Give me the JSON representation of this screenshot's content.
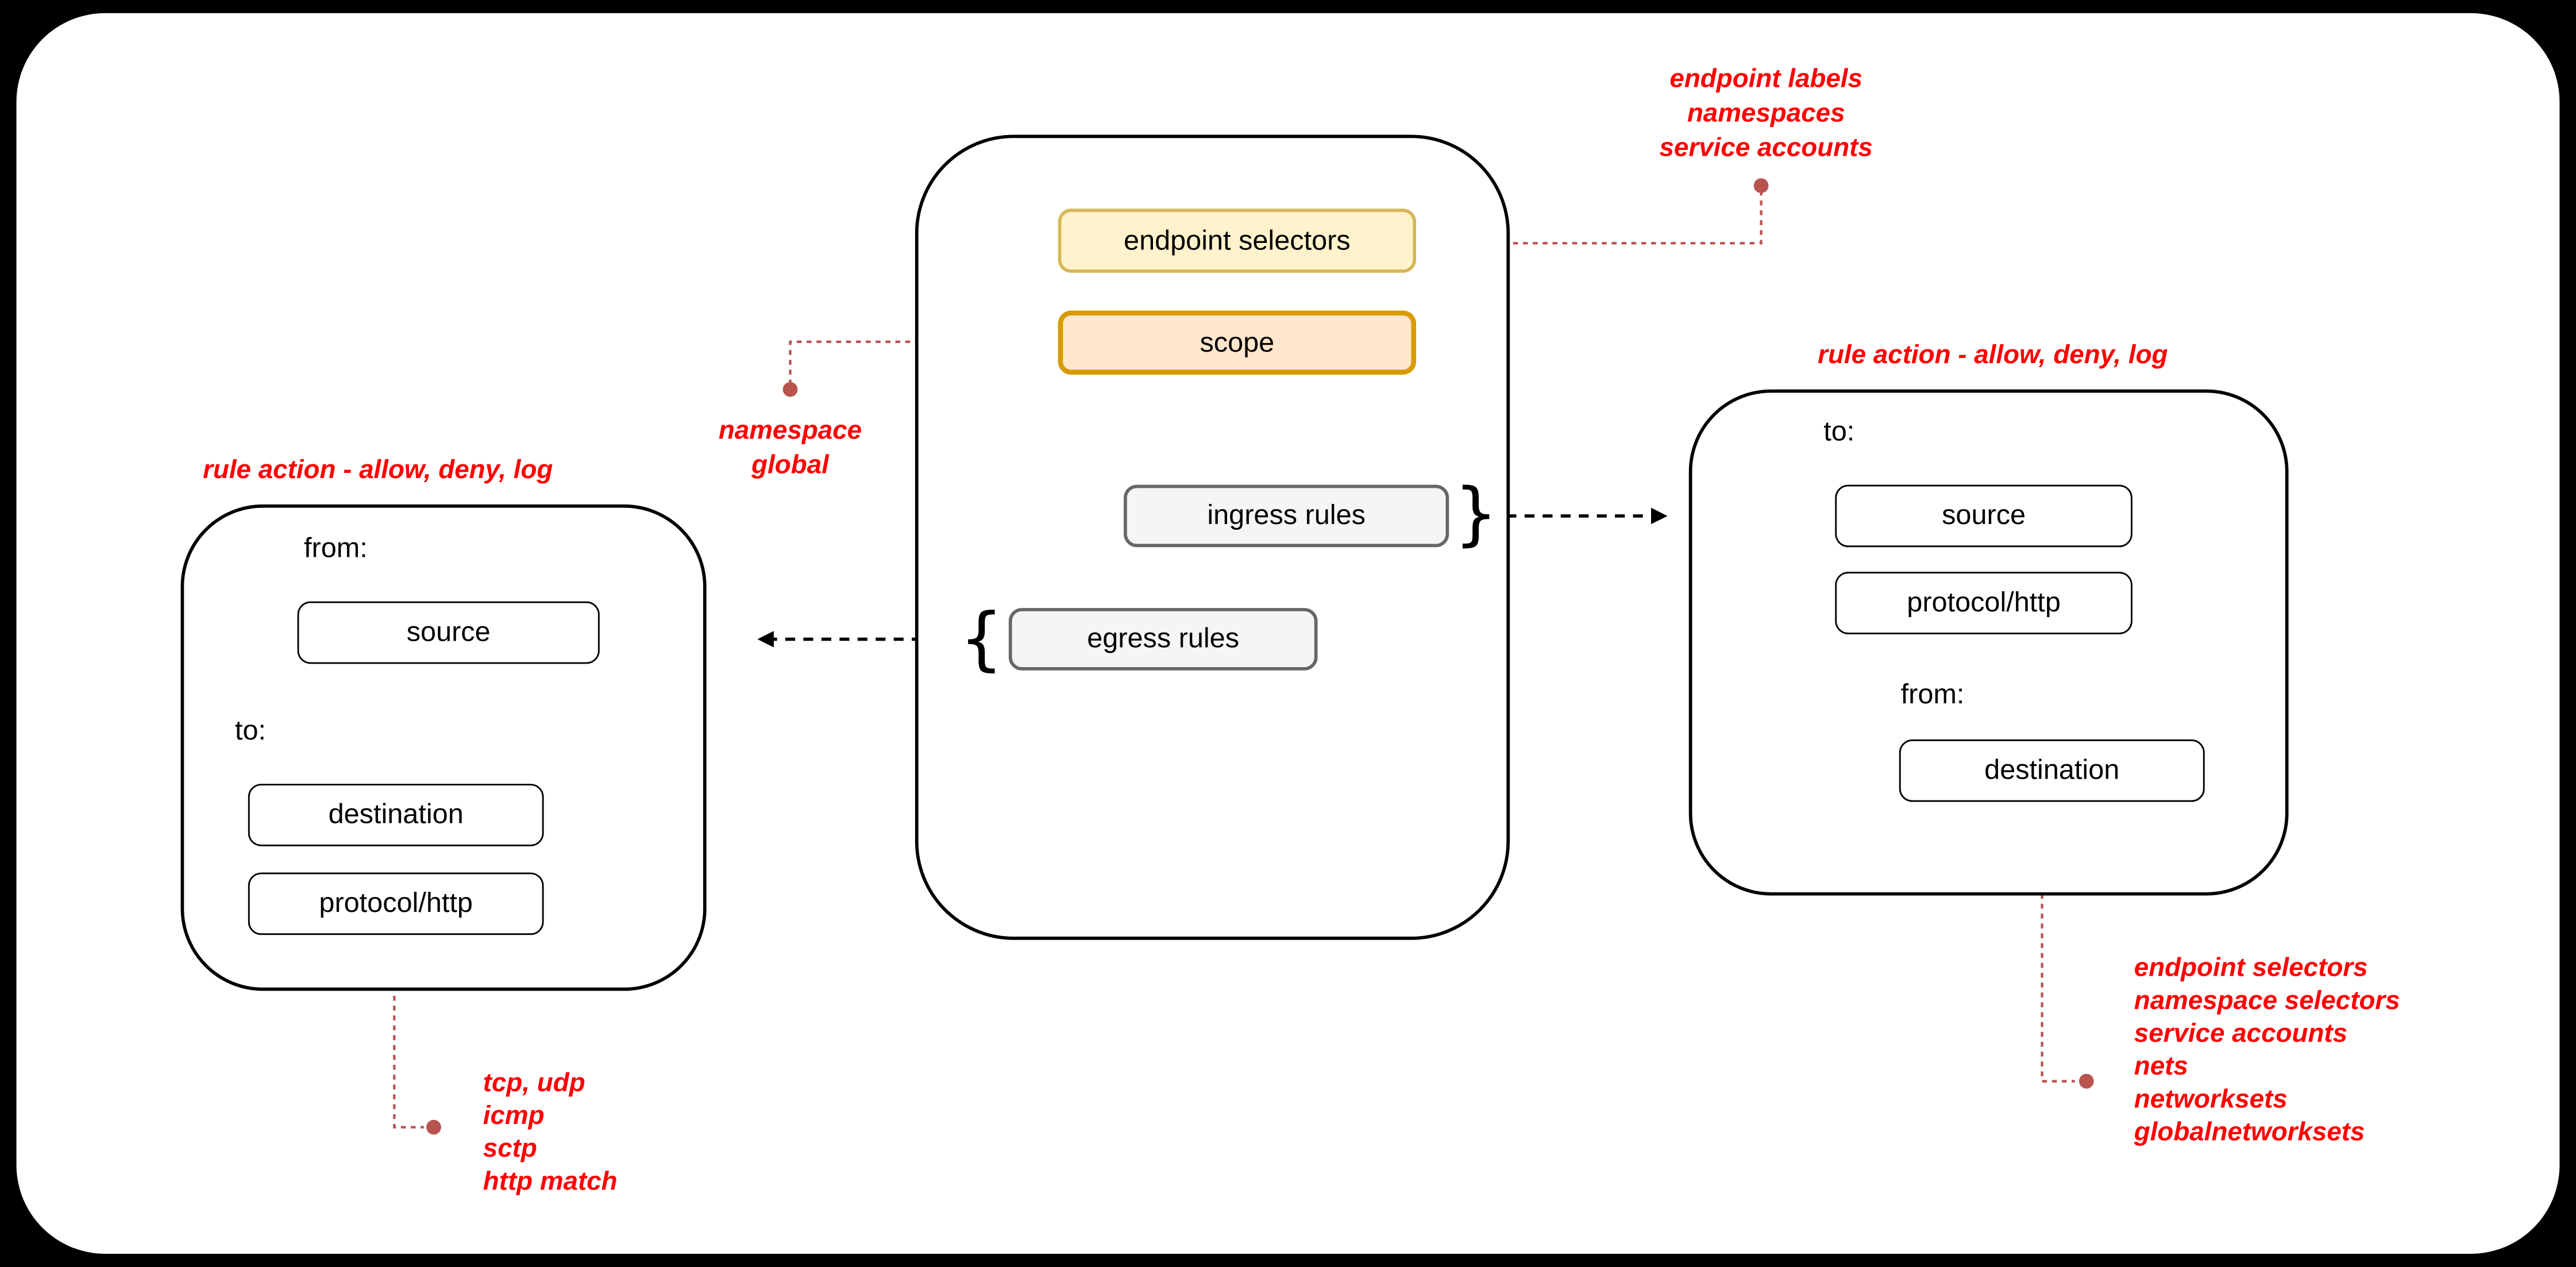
{
  "center": {
    "endpoint_selectors": "endpoint selectors",
    "scope": "scope",
    "ingress_rules": "ingress rules",
    "egress_rules": "egress rules",
    "ingress_brace": "}",
    "egress_brace": "{"
  },
  "left_box": {
    "rule_action_note": "rule action - allow, deny, log",
    "from_label": "from:",
    "source": "source",
    "to_label": "to:",
    "destination": "destination",
    "protocol": "protocol/http"
  },
  "right_box": {
    "rule_action_note": "rule action - allow, deny, log",
    "to_label": "to:",
    "source": "source",
    "protocol": "protocol/http",
    "from_label": "from:",
    "destination": "destination"
  },
  "annotations": {
    "endpoint_selectors_note": "endpoint labels\nnamespaces\nservice accounts",
    "scope_note": "namespace\nglobal",
    "protocol_note": "tcp, udp\nicmp\nsctp\nhttp match",
    "destination_note": "endpoint selectors\nnamespace selectors\nservice accounts\nnets\nnetworksets\nglobalnetworksets"
  },
  "colors": {
    "annotation_text": "#ff0000",
    "annotation_line": "#b85450",
    "endpoint_selectors_fill": "#fff2cc",
    "endpoint_selectors_border": "#d6b656",
    "scope_fill": "#ffe6cc",
    "scope_border": "#d79b00",
    "rules_fill": "#f5f5f5",
    "rules_border": "#666666",
    "background": "#000000",
    "canvas": "#ffffff"
  }
}
